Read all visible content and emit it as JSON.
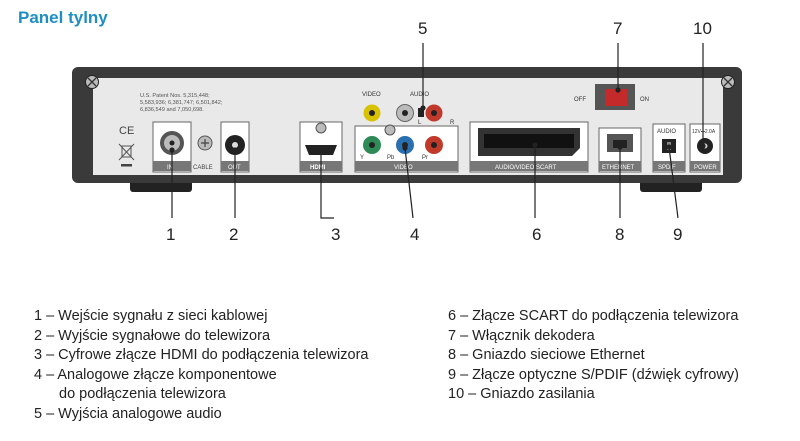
{
  "title": "Panel tylny",
  "callouts": [
    "1",
    "2",
    "3",
    "4",
    "5",
    "6",
    "7",
    "8",
    "9",
    "10"
  ],
  "panel_text": {
    "patent": [
      "U.S. Patent Nos. 5,315,448;",
      "5,583,936; 6,381,747; 6,501,842;",
      "6,836,549 and 7,050,698."
    ],
    "ce": "CE",
    "video": "VIDEO",
    "audio": "AUDIO",
    "audio_l": "L",
    "audio_r": "R",
    "in": "IN",
    "cable": "CABLE",
    "out": "OUT",
    "hdmi": "HDMI",
    "comp_y": "Y",
    "comp_pb": "Pb",
    "comp_pr": "Pr",
    "comp_video": "VIDEO",
    "scart": "AUDIO/VIDEO SCART",
    "off": "OFF",
    "on": "ON",
    "ethernet": "ETHERNET",
    "audio_spdif_top": "AUDIO",
    "spdif": "SPDIF",
    "power_rating": "12V⎓2.0A",
    "power": "POWER"
  },
  "legend_left": [
    "1 – Wejście sygnału z sieci kablowej",
    "2 – Wyjście sygnałowe do telewizora",
    "3 – Cyfrowe złącze HDMI do podłączenia telewizora",
    "4 – Analogowe złącze komponentowe",
    "do podłączenia telewizora",
    "5 – Wyjścia analogowe audio"
  ],
  "legend_right": [
    "6 – Złącze SCART do podłączenia telewizora",
    "7 – Włącznik dekodera",
    "8 – Gniazdo sieciowe Ethernet",
    "9 – Złącze optyczne S/PDIF (dźwięk cyfrowy)",
    "10 – Gniazdo zasilania"
  ]
}
